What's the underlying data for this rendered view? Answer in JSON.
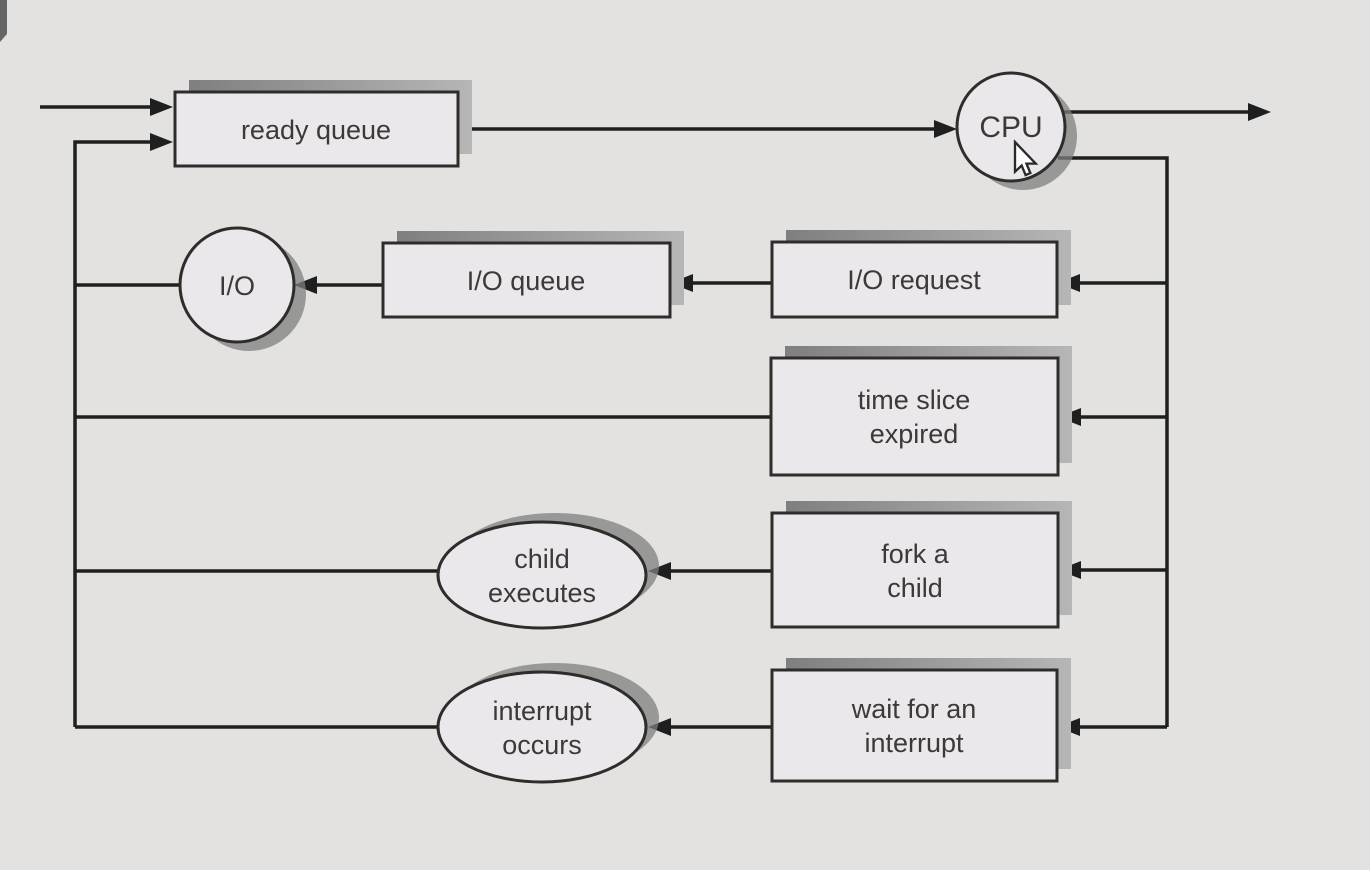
{
  "colors": {
    "background": "#e3e2e0",
    "node_fill": "#eae8ea",
    "node_border": "#2e2d2b",
    "line_color": "#1f1f1f",
    "shadow_dark": "#7f7f7f",
    "shadow_light": "#b6b6b6",
    "text_color": "#3b3a38"
  },
  "diagram": {
    "type": "flow-queueing-diagram",
    "nodes": {
      "ready_queue": {
        "label": "ready queue"
      },
      "cpu": {
        "label": "CPU"
      },
      "io": {
        "label": "I/O"
      },
      "io_queue": {
        "label": "I/O queue"
      },
      "io_request": {
        "label": "I/O request"
      },
      "time_slice_expired": {
        "line1": "time slice",
        "line2": "expired"
      },
      "fork_a_child": {
        "line1": "fork a",
        "line2": "child"
      },
      "child_executes": {
        "line1": "child",
        "line2": "executes"
      },
      "wait_for_interrupt": {
        "line1": "wait for an",
        "line2": "interrupt"
      },
      "interrupt_occurs": {
        "line1": "interrupt",
        "line2": "occurs"
      }
    },
    "cursor": {
      "type": "arrow-pointer"
    }
  }
}
